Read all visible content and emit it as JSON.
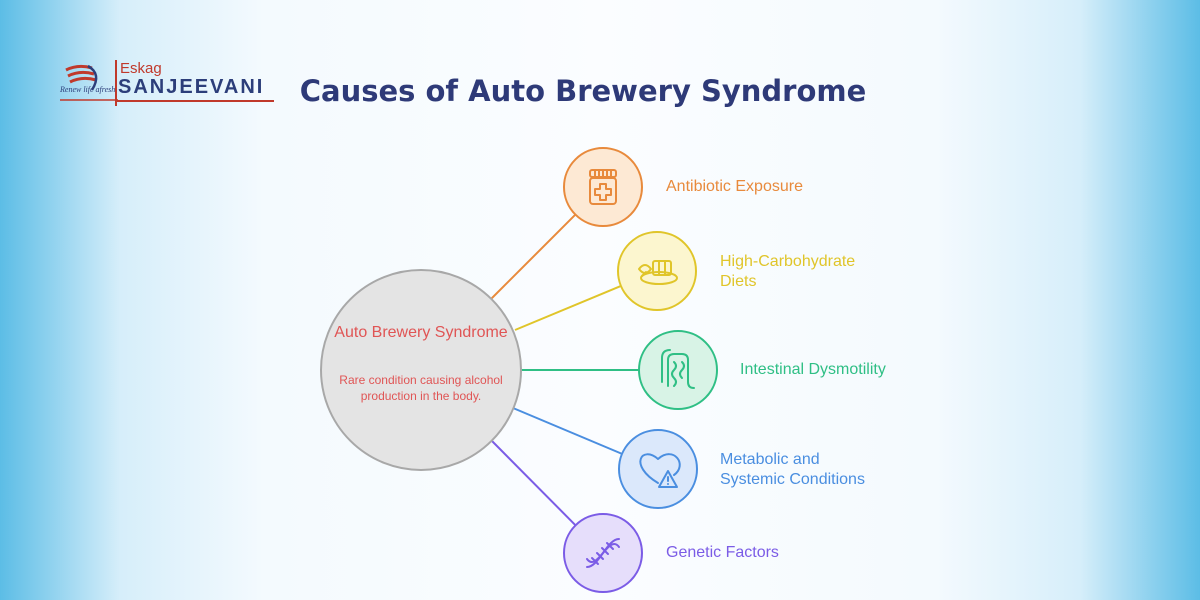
{
  "logo": {
    "name_top": "Eskag",
    "name_main": "SANJEEVANI",
    "tagline": "Renew life afresh"
  },
  "title": "Causes of Auto Brewery Syndrome",
  "center": {
    "title": "Auto Brewery Syndrome",
    "description": "Rare condition causing alcohol production in the body.",
    "color": "#e05555"
  },
  "causes": [
    {
      "label_lines": [
        "Antibiotic Exposure"
      ],
      "icon": "pill-bottle-icon",
      "color": "#e88a3c",
      "fill": "#fde9d4"
    },
    {
      "label_lines": [
        "High-Carbohydrate",
        "Diets"
      ],
      "icon": "bread-plate-icon",
      "color": "#e0c52a",
      "fill": "#fcf6cf"
    },
    {
      "label_lines": [
        "Intestinal Dysmotility"
      ],
      "icon": "intestine-icon",
      "color": "#2fbf85",
      "fill": "#d8f3e6"
    },
    {
      "label_lines": [
        "Metabolic and",
        "Systemic Conditions"
      ],
      "icon": "heart-warning-icon",
      "color": "#4a8ee0",
      "fill": "#dbe8fb"
    },
    {
      "label_lines": [
        "Genetic Factors"
      ],
      "icon": "dna-icon",
      "color": "#7b5ce6",
      "fill": "#e6defb"
    }
  ]
}
